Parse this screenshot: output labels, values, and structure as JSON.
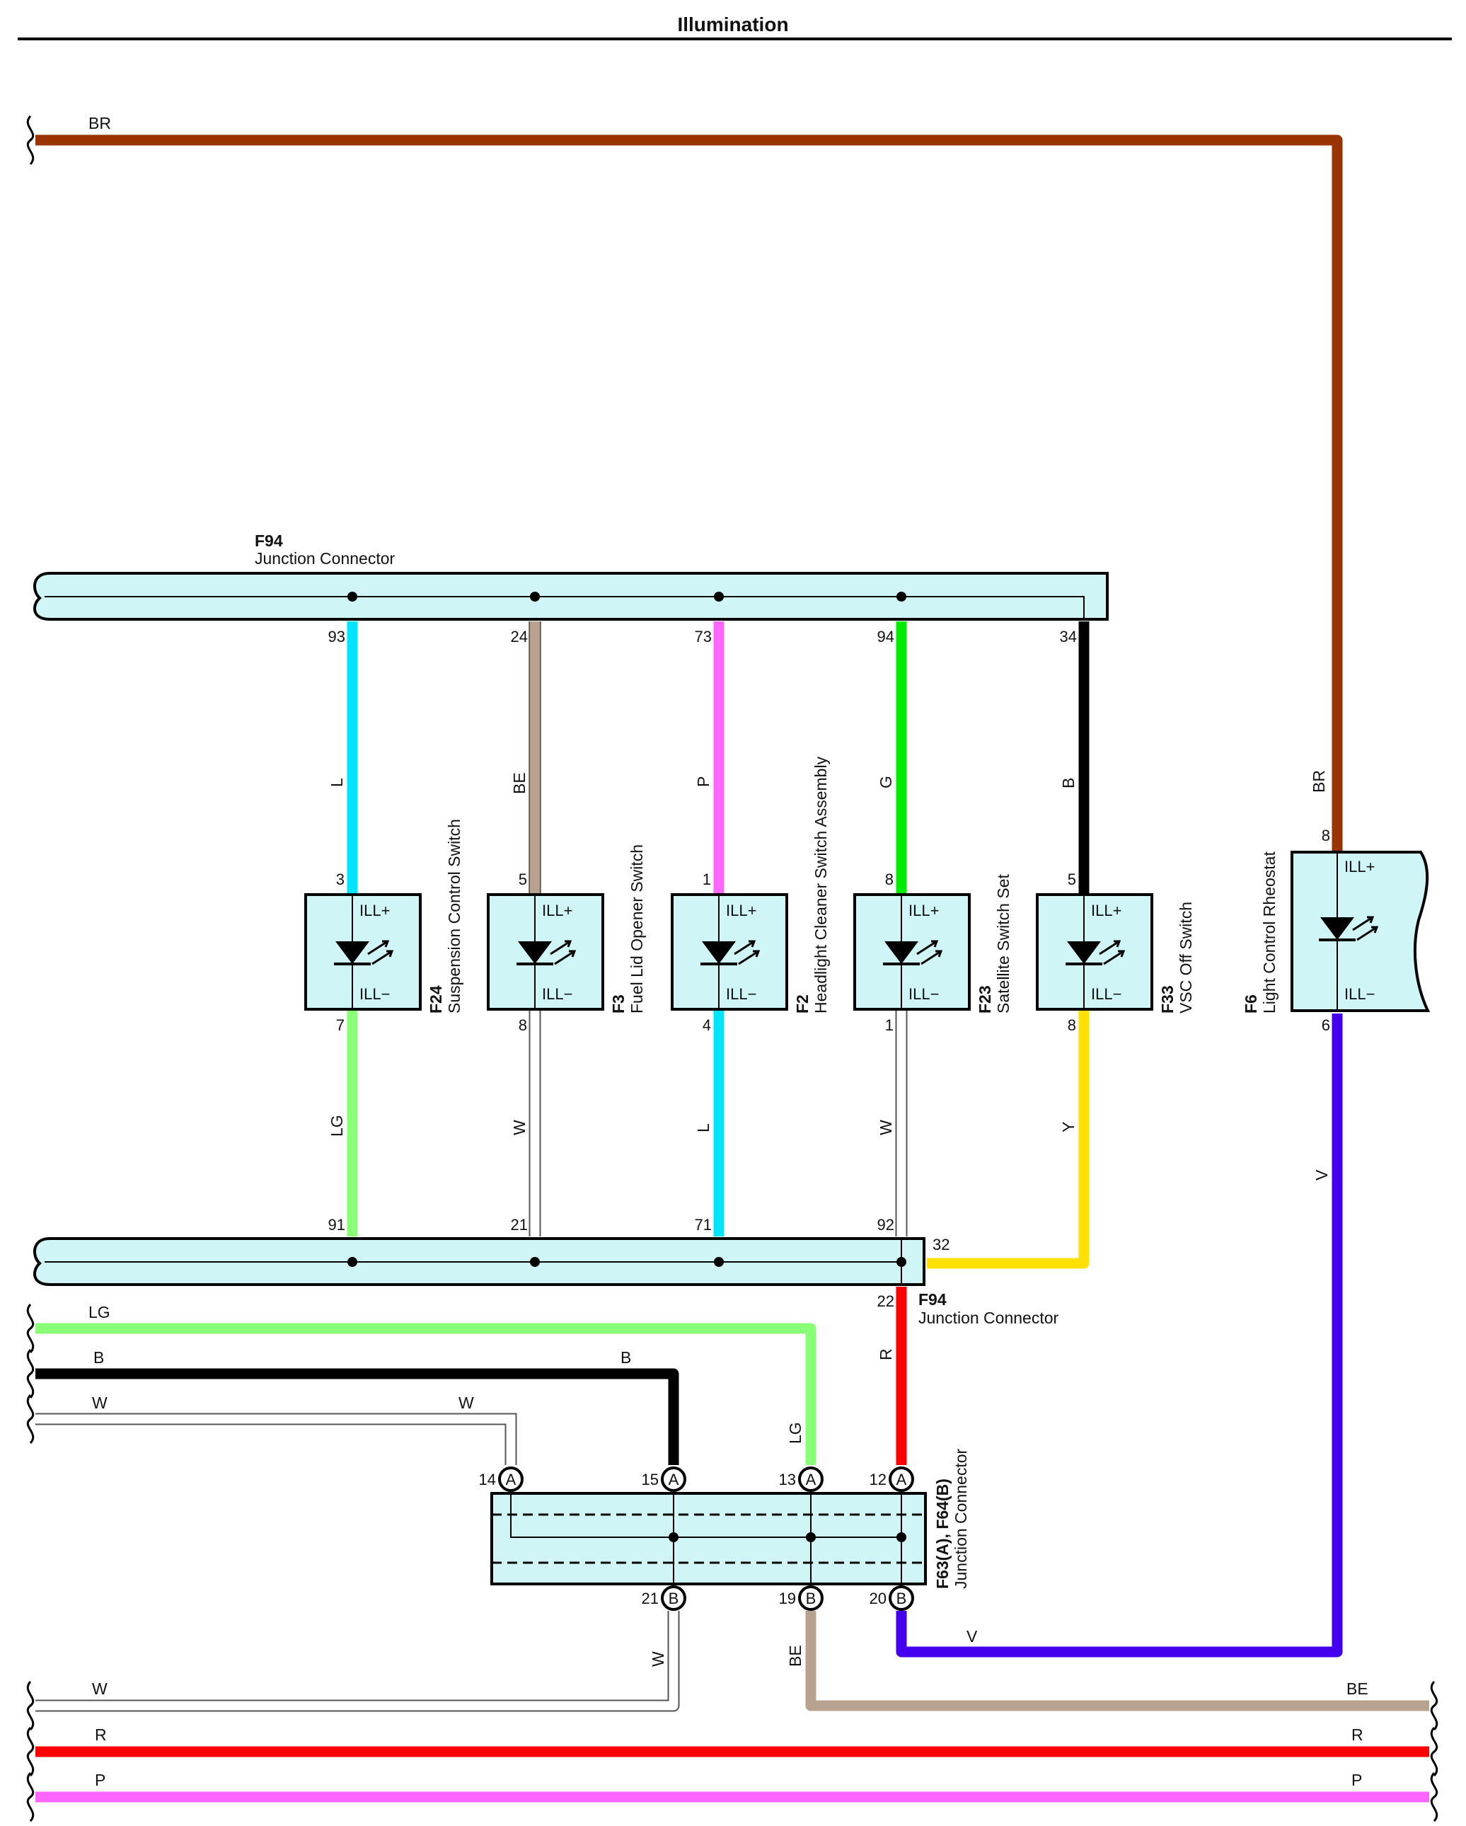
{
  "title": "Illumination",
  "colors": {
    "BR": "#993300",
    "L": "#00e5ff",
    "BE": "#b7a28f",
    "P": "#ff66ff",
    "G": "#00ee00",
    "B": "#000000",
    "LG": "#88ff77",
    "W": "#ffffff",
    "Y": "#ffe000",
    "R": "#ff0000",
    "V": "#4400ee",
    "connector_fill": "#cff5f7"
  },
  "junction_top": {
    "code": "F94",
    "name": "Junction Connector"
  },
  "junction_bottom": {
    "code": "F94",
    "name": "Junction Connector"
  },
  "junction_f63": {
    "code": "F63(A), F64(B)",
    "name": "Junction Connector"
  },
  "rheostat": {
    "code": "F6",
    "name": "Light Control Rheostat",
    "pin_in": "8",
    "pin_out": "6",
    "ill_plus": "ILL+",
    "ill_minus": "ILL−"
  },
  "switches": [
    {
      "code": "F24",
      "name": "Suspension Control Switch",
      "top_pin": "93",
      "top_wire": "L",
      "comp_in": "3",
      "comp_out": "7",
      "bottom_wire": "LG",
      "bottom_pin": "91",
      "ill_plus": "ILL+",
      "ill_minus": "ILL−"
    },
    {
      "code": "F3",
      "name": "Fuel Lid Opener Switch",
      "top_pin": "24",
      "top_wire": "BE",
      "comp_in": "5",
      "comp_out": "8",
      "bottom_wire": "W",
      "bottom_pin": "21",
      "ill_plus": "ILL+",
      "ill_minus": "ILL−"
    },
    {
      "code": "F2",
      "name": "Headlight Cleaner Switch Assembly",
      "top_pin": "73",
      "top_wire": "P",
      "comp_in": "1",
      "comp_out": "4",
      "bottom_wire": "L",
      "bottom_pin": "71",
      "ill_plus": "ILL+",
      "ill_minus": "ILL−"
    },
    {
      "code": "F23",
      "name": "Satellite Switch Set",
      "top_pin": "94",
      "top_wire": "G",
      "comp_in": "8",
      "comp_out": "1",
      "bottom_wire": "W",
      "bottom_pin": "92",
      "ill_plus": "ILL+",
      "ill_minus": "ILL−"
    },
    {
      "code": "F33",
      "name": "VSC Off Switch",
      "top_pin": "34",
      "top_wire": "B",
      "comp_in": "5",
      "comp_out": "8",
      "bottom_wire": "Y",
      "bottom_pin": "32",
      "ill_plus": "ILL+",
      "ill_minus": "ILL−"
    }
  ],
  "wires": {
    "br_top_left": "BR",
    "br_vertical": "BR",
    "v_vertical": "V",
    "v_bottom": "V",
    "r_from_junction": "R",
    "lg_left": "LG",
    "lg_vertical": "LG",
    "b_left": "B",
    "b_right": "B",
    "w_left": "W",
    "w_right": "W",
    "w_bottom_vertical": "W",
    "w_bottom_left": "W",
    "be_vertical": "BE",
    "be_right": "BE",
    "r_left": "R",
    "r_right": "R",
    "p_left": "P",
    "p_right": "P"
  },
  "pins": {
    "bottom_junction_out": "22",
    "f63_a": [
      {
        "num": "14",
        "letter": "A"
      },
      {
        "num": "15",
        "letter": "A"
      },
      {
        "num": "13",
        "letter": "A"
      },
      {
        "num": "12",
        "letter": "A"
      }
    ],
    "f63_b": [
      {
        "num": "21",
        "letter": "B"
      },
      {
        "num": "19",
        "letter": "B"
      },
      {
        "num": "20",
        "letter": "B"
      }
    ]
  }
}
